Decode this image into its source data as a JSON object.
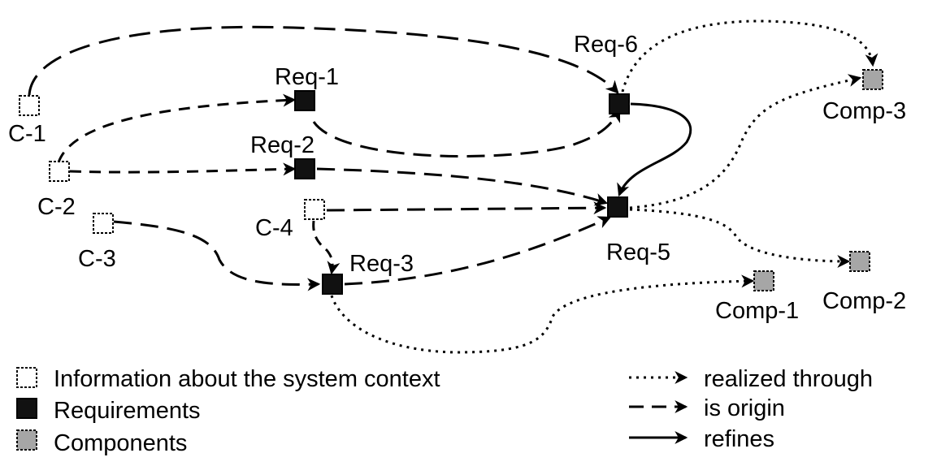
{
  "colors": {
    "context_fill": "#ffffff",
    "requirement_fill": "#111111",
    "component_fill": "#a6a6a6",
    "stroke": "#000000"
  },
  "nodes": {
    "c1": {
      "label": "C-1",
      "kind": "context"
    },
    "c2": {
      "label": "C-2",
      "kind": "context"
    },
    "c3": {
      "label": "C-3",
      "kind": "context"
    },
    "c4": {
      "label": "C-4",
      "kind": "context"
    },
    "req1": {
      "label": "Req-1",
      "kind": "requirement"
    },
    "req2": {
      "label": "Req-2",
      "kind": "requirement"
    },
    "req3": {
      "label": "Req-3",
      "kind": "requirement"
    },
    "req5": {
      "label": "Req-5",
      "kind": "requirement"
    },
    "req6": {
      "label": "Req-6",
      "kind": "requirement"
    },
    "comp1": {
      "label": "Comp-1",
      "kind": "component"
    },
    "comp2": {
      "label": "Comp-2",
      "kind": "component"
    },
    "comp3": {
      "label": "Comp-3",
      "kind": "component"
    }
  },
  "edges": [
    {
      "from": "c1",
      "to": "req6",
      "type": "is_origin"
    },
    {
      "from": "c2",
      "to": "req1",
      "type": "is_origin"
    },
    {
      "from": "c2",
      "to": "req2",
      "type": "is_origin"
    },
    {
      "from": "c3",
      "to": "req3",
      "type": "is_origin"
    },
    {
      "from": "c4",
      "to": "req5",
      "type": "is_origin"
    },
    {
      "from": "c4",
      "to": "req3",
      "type": "is_origin"
    },
    {
      "from": "req1",
      "to": "req6",
      "type": "is_origin"
    },
    {
      "from": "req2",
      "to": "req5",
      "type": "is_origin"
    },
    {
      "from": "req3",
      "to": "req5",
      "type": "is_origin"
    },
    {
      "from": "req6",
      "to": "req5",
      "type": "refines"
    },
    {
      "from": "req6",
      "to": "comp3",
      "type": "realized_through"
    },
    {
      "from": "req5",
      "to": "comp3",
      "type": "realized_through"
    },
    {
      "from": "req5",
      "to": "comp2",
      "type": "realized_through"
    },
    {
      "from": "req3",
      "to": "comp1",
      "type": "realized_through"
    }
  ],
  "legend": {
    "nodes": [
      {
        "kind": "context",
        "label": "Information about the system context"
      },
      {
        "kind": "requirement",
        "label": "Requirements"
      },
      {
        "kind": "component",
        "label": "Components"
      }
    ],
    "edges": [
      {
        "type": "realized_through",
        "label": "realized through"
      },
      {
        "type": "is_origin",
        "label": "is origin"
      },
      {
        "type": "refines",
        "label": "refines"
      }
    ]
  }
}
